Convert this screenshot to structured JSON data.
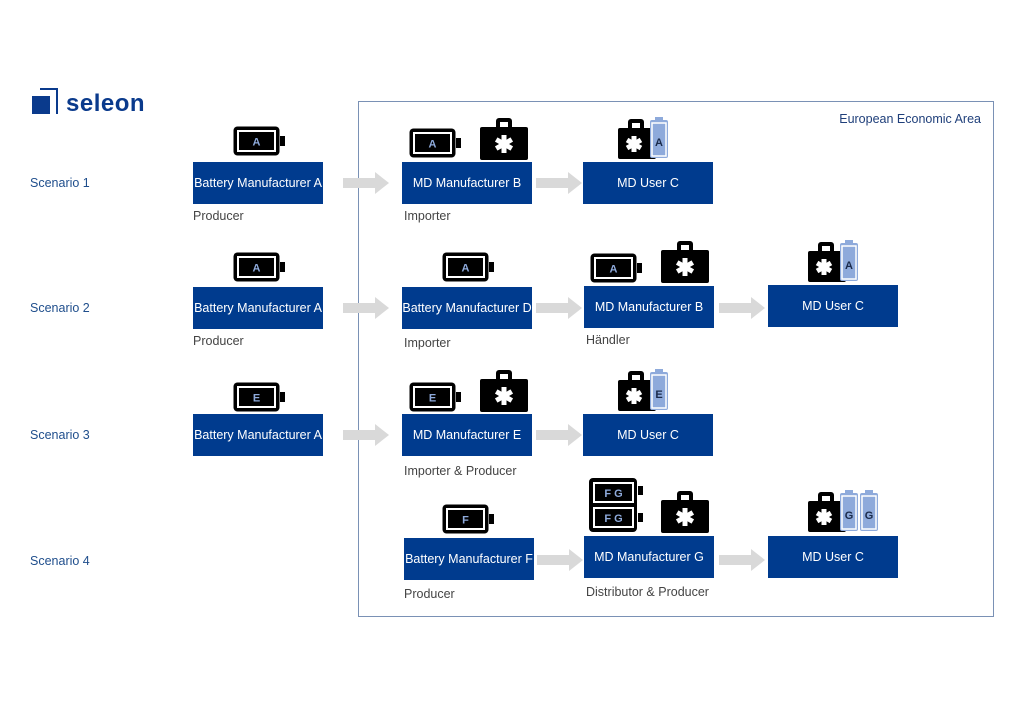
{
  "logo": {
    "text": "seleon"
  },
  "region": {
    "label": "European Economic Area"
  },
  "colors": {
    "box": "#003b8e",
    "accent_text": "#1f4e8c",
    "arrow": "#d9d9d9",
    "battery_light": "#8eaadb"
  },
  "scenarios": [
    {
      "label": "Scenario 1",
      "nodes": [
        {
          "name": "Battery Manufacturer A",
          "role": "Producer",
          "icons": [
            "battery-A"
          ]
        },
        {
          "name": "MD Manufacturer B",
          "role": "Importer",
          "icons": [
            "battery-A",
            "medical-case"
          ]
        },
        {
          "name": "MD User C",
          "role": "",
          "icons": [
            "medical-case-with-battery-A"
          ]
        }
      ]
    },
    {
      "label": "Scenario 2",
      "nodes": [
        {
          "name": "Battery Manufacturer A",
          "role": "Producer",
          "icons": [
            "battery-A"
          ]
        },
        {
          "name": "Battery Manufacturer D",
          "role": "Importer",
          "icons": [
            "battery-A"
          ]
        },
        {
          "name": "MD Manufacturer B",
          "role": "Händler",
          "icons": [
            "battery-A",
            "medical-case"
          ]
        },
        {
          "name": "MD User C",
          "role": "",
          "icons": [
            "medical-case-with-battery-A"
          ]
        }
      ]
    },
    {
      "label": "Scenario 3",
      "nodes": [
        {
          "name": "Battery Manufacturer A",
          "role": "",
          "icons": [
            "battery-E"
          ]
        },
        {
          "name": "MD Manufacturer E",
          "role": "Importer & Producer",
          "icons": [
            "battery-E",
            "medical-case"
          ]
        },
        {
          "name": "MD User C",
          "role": "",
          "icons": [
            "medical-case-with-battery-E"
          ]
        }
      ]
    },
    {
      "label": "Scenario 4",
      "nodes": [
        {
          "name": "Battery Manufacturer F",
          "role": "Producer",
          "icons": [
            "battery-F"
          ]
        },
        {
          "name": "MD Manufacturer G",
          "role": "Distributor & Producer",
          "icons": [
            "battery-pack-FG",
            "medical-case"
          ]
        },
        {
          "name": "MD User C",
          "role": "",
          "icons": [
            "medical-case-with-batteries-G"
          ]
        }
      ]
    }
  ],
  "battery_labels": {
    "A": "A",
    "E": "E",
    "F": "F",
    "FG": "FG",
    "G": "G"
  }
}
